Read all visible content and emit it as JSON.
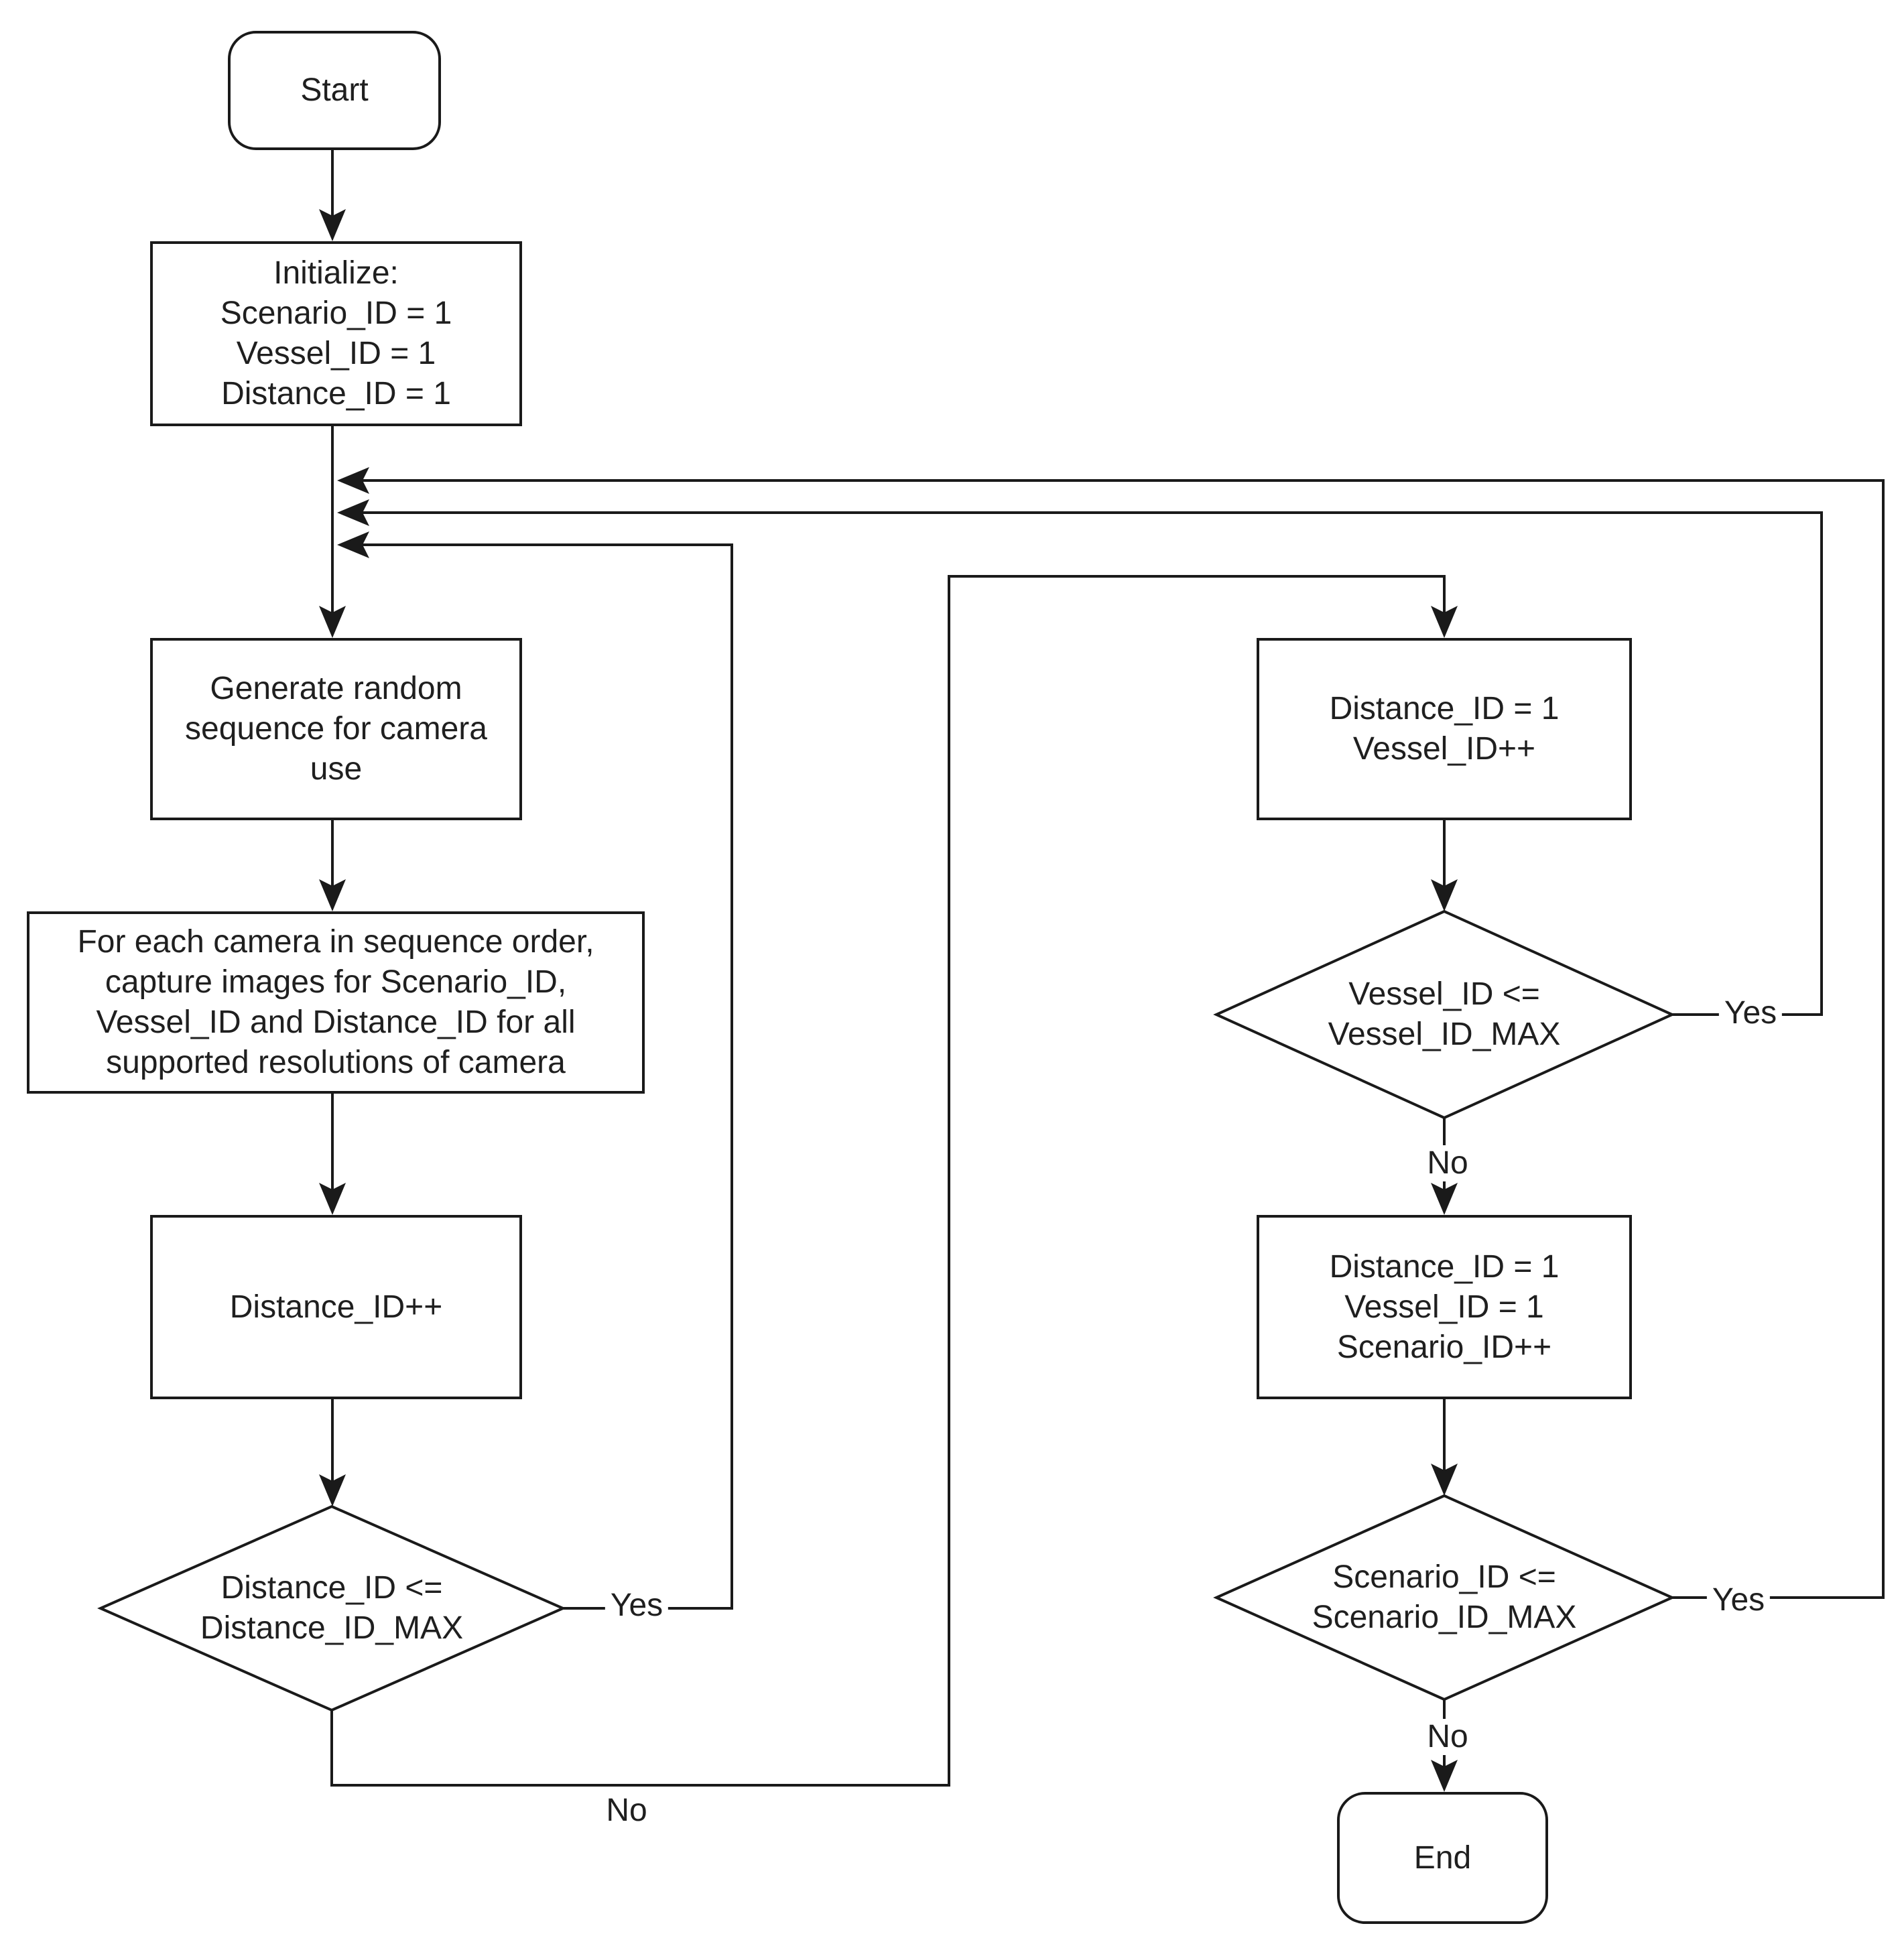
{
  "flowchart": {
    "nodes": {
      "start": {
        "type": "terminator",
        "label": "Start"
      },
      "initialize": {
        "type": "process",
        "lines": [
          "Initialize:",
          "Scenario_ID = 1",
          "Vessel_ID = 1",
          "Distance_ID = 1"
        ]
      },
      "generate_sequence": {
        "type": "process",
        "lines": [
          "Generate random",
          "sequence for camera",
          "use"
        ]
      },
      "capture_images": {
        "type": "process",
        "lines": [
          "For each camera in sequence order,",
          "capture images for Scenario_ID,",
          "Vessel_ID and Distance_ID for all",
          "supported resolutions of camera"
        ]
      },
      "distance_increment": {
        "type": "process",
        "label": "Distance_ID++"
      },
      "distance_check": {
        "type": "decision",
        "lines": [
          "Distance_ID <=",
          "Distance_ID_MAX"
        ]
      },
      "vessel_advance": {
        "type": "process",
        "lines": [
          "Distance_ID = 1",
          "Vessel_ID++"
        ]
      },
      "vessel_check": {
        "type": "decision",
        "lines": [
          "Vessel_ID <=",
          "Vessel_ID_MAX"
        ]
      },
      "scenario_advance": {
        "type": "process",
        "lines": [
          "Distance_ID = 1",
          "Vessel_ID = 1",
          "Scenario_ID++"
        ]
      },
      "scenario_check": {
        "type": "decision",
        "lines": [
          "Scenario_ID <=",
          "Scenario_ID_MAX"
        ]
      },
      "end": {
        "type": "terminator",
        "label": "End"
      }
    },
    "edge_labels": {
      "distance_yes": "Yes",
      "distance_no": "No",
      "vessel_yes": "Yes",
      "vessel_no": "No",
      "scenario_yes": "Yes",
      "scenario_no": "No"
    },
    "colors": {
      "stroke": "#1a1a1a",
      "text": "#1f1f1f",
      "background": "#ffffff",
      "node_fill": "#ffffff"
    }
  }
}
